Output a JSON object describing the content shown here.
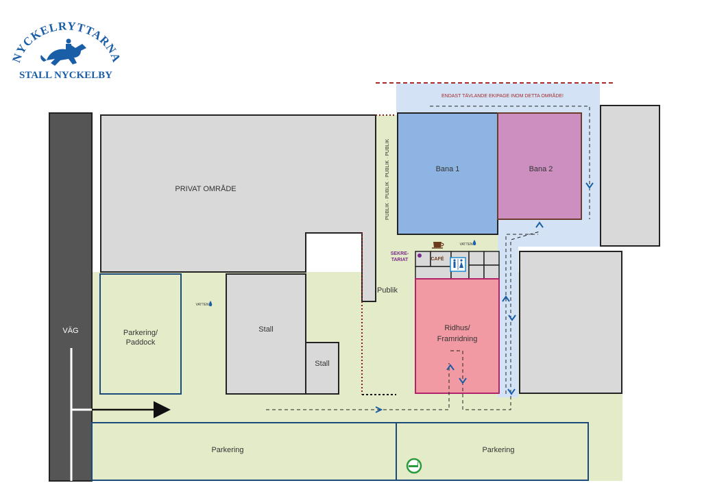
{
  "logo": {
    "arc_text": "NYCKELRYTTARNA",
    "subtitle": "STALL NYCKELBY"
  },
  "colors": {
    "building": "#d9d9d9",
    "green_area": "#e4ebc9",
    "restricted_area": "#d3e3f5",
    "bana1": "#8db4e2",
    "bana2": "#cc8fc0",
    "ridhus": "#f29aa4",
    "road": "#555555",
    "arrow": "#1a5ea8",
    "logo": "#1a5ea8"
  },
  "labels": {
    "road": "VÄG",
    "private_area": "PRIVAT OMRÅDE",
    "parking_paddock_1": "Parkering/",
    "parking_paddock_2": "Paddock",
    "water_left": "VATTEN",
    "stable_large": "Stall",
    "stable_small": "Stall",
    "public_vertical": "PUBLIK · PUBLIK · PUBLIK · PUBLIK",
    "public": "Publik",
    "bana1": "Bana 1",
    "bana2": "Bana 2",
    "restricted_notice": "ENDAST TÄVLANDE EKIPAGE INOM DETTA OMRÅDE!",
    "secretariat_1": "SEKRE-",
    "secretariat_2": "TARIAT",
    "cafe": "CAFÉ",
    "water_right": "VATTEN",
    "ridhus_1": "Ridhus/",
    "ridhus_2": "Framridning",
    "parking_left": "Parkering",
    "parking_right": "Parkering"
  },
  "icons": [
    "horse-jumper-logo-icon",
    "coffee-cup-icon",
    "water-drop-icon",
    "restroom-icon",
    "smoking-area-icon",
    "route-arrow-icon"
  ]
}
